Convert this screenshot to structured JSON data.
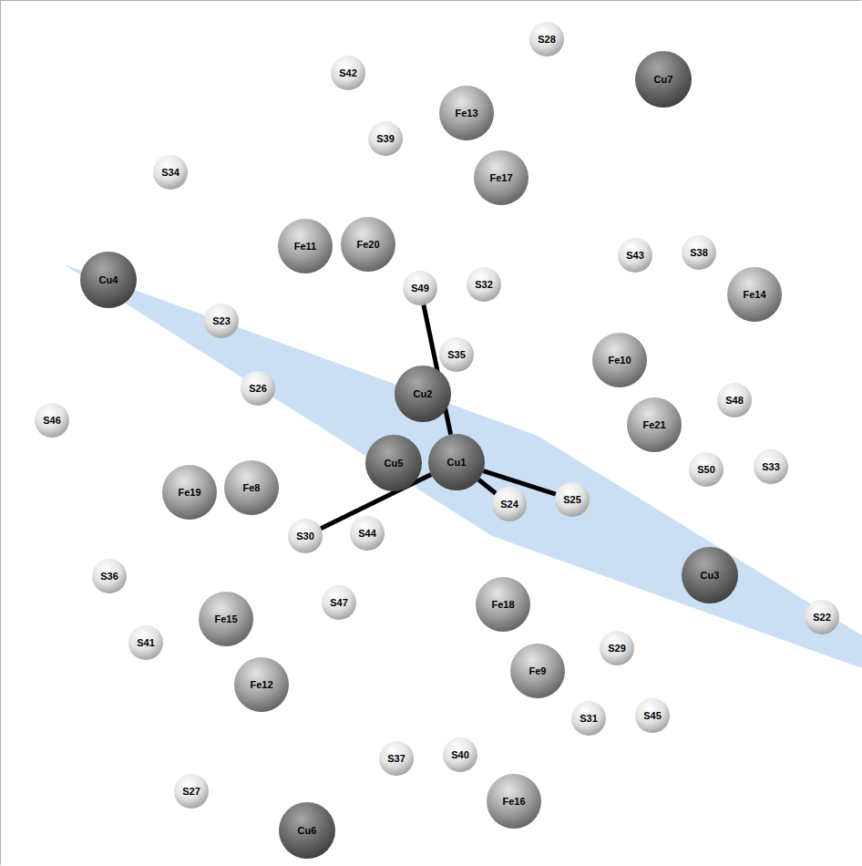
{
  "diagram": {
    "nodes": [
      {
        "text": [
          "S28"
        ]
      },
      {
        "text": [
          "S42"
        ]
      },
      {
        "text": [
          "Cu7"
        ]
      },
      {
        "text": [
          "Fe13"
        ]
      },
      {
        "text": [
          "S39"
        ]
      },
      {
        "text": [
          "S34"
        ]
      },
      {
        "text": [
          "Fe17"
        ]
      },
      {
        "text": [
          "Fe20"
        ]
      },
      {
        "text": [
          "Fe11"
        ]
      },
      {
        "text": [
          "S38"
        ]
      },
      {
        "text": [
          "S43"
        ]
      },
      {
        "text": [
          "Cu4"
        ]
      },
      {
        "text": [
          "S32"
        ]
      },
      {
        "text": [
          "S49"
        ]
      },
      {
        "text": [
          "Fe14"
        ]
      },
      {
        "text": [
          "S23"
        ]
      },
      {
        "text": [
          "S35"
        ]
      },
      {
        "text": [
          "Fe10"
        ]
      },
      {
        "text": [
          "S26"
        ]
      },
      {
        "text": [
          "Cu2"
        ]
      },
      {
        "text": [
          "S48"
        ]
      },
      {
        "text": [
          "S46"
        ]
      },
      {
        "text": [
          "Fe21"
        ]
      },
      {
        "text": [
          "Cu1"
        ]
      },
      {
        "text": [
          "Cu5"
        ]
      },
      {
        "text": [
          "S33"
        ]
      },
      {
        "text": [
          "S50"
        ]
      },
      {
        "text": [
          "Fe8"
        ]
      },
      {
        "text": [
          "Fe19"
        ]
      },
      {
        "text": [
          "S25"
        ]
      },
      {
        "text": [
          "S24"
        ]
      },
      {
        "text": [
          "S44"
        ]
      },
      {
        "text": [
          "S30"
        ]
      },
      {
        "text": [
          "Cu3"
        ]
      },
      {
        "text": [
          "S36"
        ]
      },
      {
        "text": [
          "S47"
        ]
      },
      {
        "text": [
          "Fe18"
        ]
      },
      {
        "text": [
          "S22"
        ]
      },
      {
        "text": [
          "Fe15"
        ]
      },
      {
        "text": [
          "S41"
        ]
      },
      {
        "text": [
          "S29"
        ]
      },
      {
        "text": [
          "Fe9"
        ]
      },
      {
        "text": [
          "Fe12"
        ]
      },
      {
        "text": [
          "S45"
        ]
      },
      {
        "text": [
          "S31"
        ]
      },
      {
        "text": [
          "S40"
        ]
      },
      {
        "text": [
          "S37"
        ]
      },
      {
        "text": [
          "S27"
        ]
      },
      {
        "text": [
          "Fe16"
        ]
      },
      {
        "text": [
          "Cu6"
        ]
      }
    ],
    "edges": [
      {
        "from": 23,
        "to": 13,
        "arrow": "none"
      },
      {
        "from": 23,
        "to": 30,
        "arrow": "none"
      },
      {
        "from": 23,
        "to": 29,
        "arrow": "none"
      },
      {
        "from": 23,
        "to": 32,
        "arrow": "none"
      }
    ]
  }
}
